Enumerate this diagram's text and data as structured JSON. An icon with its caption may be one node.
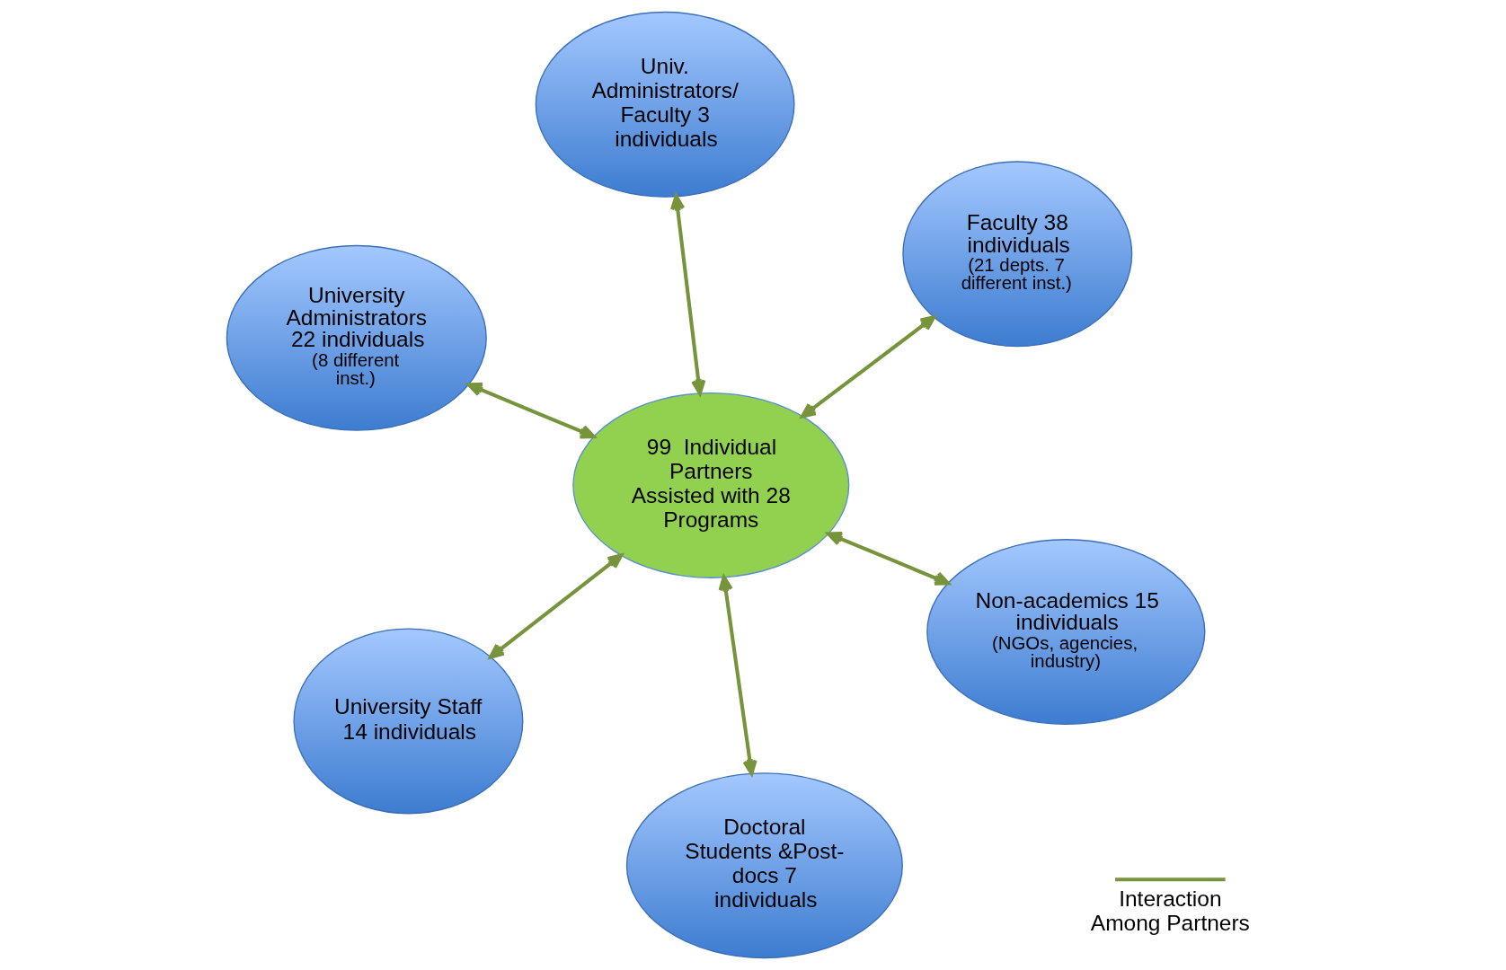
{
  "diagram": {
    "nodes": [
      {
        "text": [
          "University Administrators 22 individuals",
          "(8 different inst.)"
        ]
      },
      {
        "text": [
          "Non-academics 15 individuals",
          "(NGOs, agencies, industry)"
        ]
      },
      {
        "text": [
          "Doctoral Students &Post-docs 7 individuals"
        ]
      },
      {
        "text": [
          "99  Individual Partners Assisted with 28 Programs"
        ]
      },
      {
        "text": [
          "Faculty 38 individuals",
          "(21 depts. 7 different inst.)"
        ]
      },
      {
        "text": [
          "Univ. Administrators/ Faculty 3 individuals"
        ]
      },
      {
        "text": [
          "University Staff 14 individuals"
        ]
      }
    ],
    "edges": [
      {
        "from": 3,
        "to": 0,
        "arrow": "both"
      },
      {
        "from": 3,
        "to": 1,
        "arrow": "both"
      },
      {
        "from": 3,
        "to": 2,
        "arrow": "both"
      },
      {
        "from": 3,
        "to": 4,
        "arrow": "both"
      },
      {
        "from": 3,
        "to": 5,
        "arrow": "both"
      },
      {
        "from": 3,
        "to": 6,
        "arrow": "both"
      }
    ],
    "legend": [
      {
        "text": "Interaction Among Partners"
      }
    ]
  }
}
